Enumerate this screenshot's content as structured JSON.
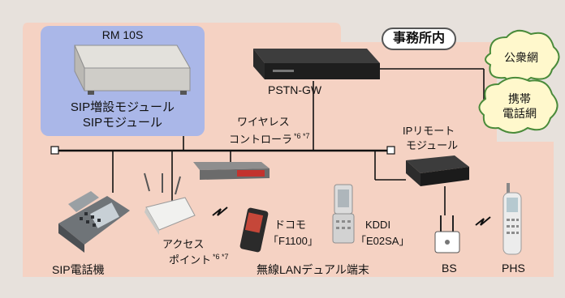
{
  "colors": {
    "page_bg": "#e7e1dc",
    "area_bg": "#f5d2c3",
    "sip_panel": "#aab7e8",
    "cloud_fill": "#fff8cc",
    "cloud_stroke": "#4a8b3a",
    "line": "#111111"
  },
  "office_badge": "事務所内",
  "rm": {
    "title": "RM 10S",
    "line1": "SIP増設モジュール",
    "line2": "SIPモジュール"
  },
  "pstn": {
    "label": "PSTN-GW"
  },
  "clouds": {
    "public": "公衆網",
    "mobile_line1": "携帯",
    "mobile_line2": "電話網"
  },
  "wireless_controller": {
    "line1": "ワイヤレス",
    "line2": "コントローラ",
    "notes": "*6 *7"
  },
  "ip_remote": {
    "line1": "IPリモート",
    "line2": "モジュール"
  },
  "access_point": {
    "line1": "アクセス",
    "line2": "ポイント",
    "notes": "*6 *7"
  },
  "docomo": {
    "line1": "ドコモ",
    "line2": "「F1100」"
  },
  "kddi": {
    "line1": "KDDI",
    "line2": "「E02SA」"
  },
  "sip_phone": {
    "label": "SIP電話機"
  },
  "wlan_terminal": {
    "label": "無線LANデュアル端末"
  },
  "bs": {
    "label": "BS"
  },
  "phs": {
    "label": "PHS"
  },
  "icons": [
    "sip-desk-phone-icon",
    "rm-chassis-icon",
    "pstn-gateway-icon",
    "wireless-controller-icon",
    "ip-remote-module-icon",
    "access-point-icon",
    "docomo-phone-icon",
    "kddi-phone-icon",
    "base-station-icon",
    "phs-handset-icon",
    "radio-wave-icon",
    "cloud-icon"
  ]
}
